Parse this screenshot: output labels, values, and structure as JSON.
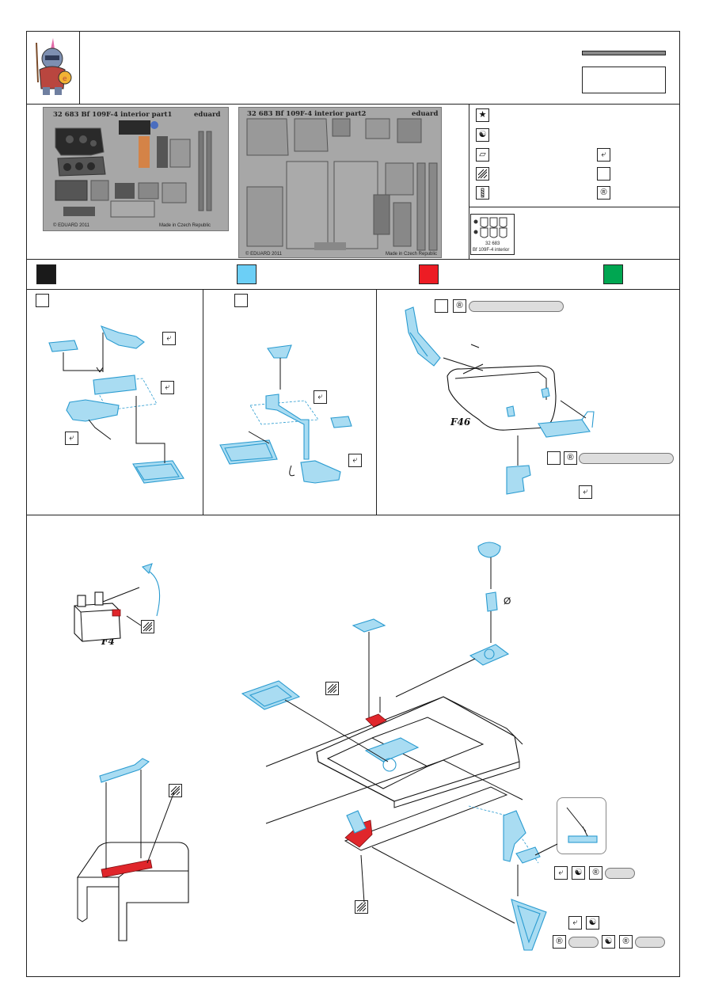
{
  "header": {
    "mascot_icon": "eduard-knight-mascot"
  },
  "frets": {
    "part1": {
      "title": "32 683  Bf 109F-4 interior  part1",
      "brand": "eduard",
      "copyright": "© EDUARD 2011",
      "made_in": "Made in Czech Republic"
    },
    "part2": {
      "title": "32 683  Bf 109F-4 interior  part2",
      "brand": "eduard",
      "copyright": "© EDUARD 2011",
      "made_in": "Made in Czech Republic"
    },
    "mask": {
      "code": "32 683",
      "name": "Bf 109F-4 interior"
    }
  },
  "legend_icons": [
    "star-icon",
    "yin-yang-icon",
    "sheet-icon",
    "hatched-sheet-icon",
    "drill-icon",
    "bend-arrow-icon",
    "blank-icon",
    "r-circle-icon"
  ],
  "colors": {
    "black": "#1a1a1a",
    "light_blue": "#6ccff6",
    "red": "#ed1c24",
    "green": "#00a651"
  },
  "part_labels": {
    "f46": "F46",
    "f4": "F4"
  },
  "diameter_symbol": "Ø"
}
